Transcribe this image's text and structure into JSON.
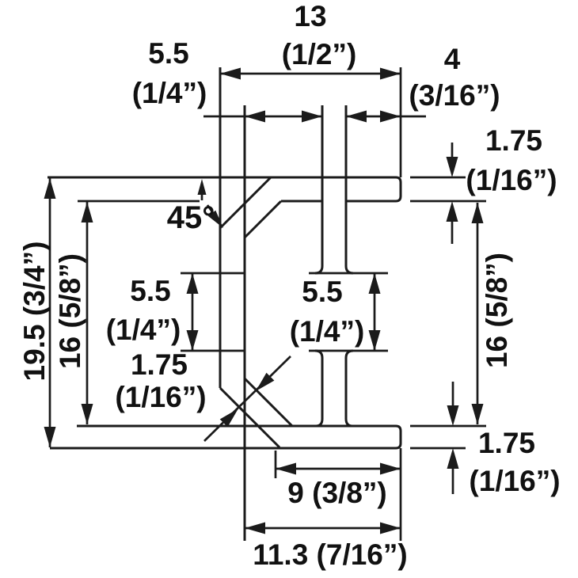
{
  "labels": {
    "top_width_mm": "13",
    "top_width_in": "(1/2”)",
    "web_gap_mm": "5.5",
    "web_gap_in": "(1/4”)",
    "right_flange_mm": "4",
    "right_flange_in": "(3/16”)",
    "flange_thickness_top_right_mm": "1.75",
    "flange_thickness_top_right_in": "(1/16”)",
    "inner_height_right": "16 (5/8”)",
    "flange_thickness_bottom_right_mm": "1.75",
    "flange_thickness_bottom_right_in": "(1/16”)",
    "overall_height": "19.5 (3/4”)",
    "inner_height_left": "16 (5/8”)",
    "left_slot_mm": "5.5",
    "left_slot_in": "(1/4”)",
    "wall_thickness_mm": "1.75",
    "wall_thickness_in": "(1/16”)",
    "middle_slot_mm": "5.5",
    "middle_slot_in": "(1/4”)",
    "bottom_width": "9 (3/8”)",
    "bottom_overall_width": "11.3 (7/16”)",
    "chamfer_angle": "45°"
  },
  "colors": {
    "ink": "#1b1b1b",
    "background": "#ffffff"
  }
}
